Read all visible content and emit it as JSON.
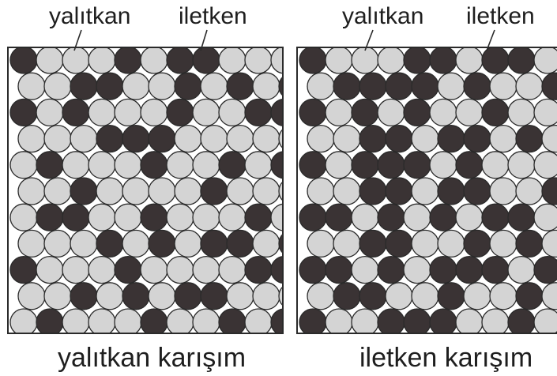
{
  "left_panel": {
    "insulator_label": "yalıtkan",
    "conductor_label": "iletken",
    "caption": "yalıtkan karışım"
  },
  "right_panel": {
    "insulator_label": "yalıtkan",
    "conductor_label": "iletken",
    "caption": "iletken karışım"
  },
  "colors": {
    "insulator_fill": "#d4d4d4",
    "conductor_fill": "#3a3334",
    "outline": "#2a2a2a",
    "background": "#ffffff"
  }
}
